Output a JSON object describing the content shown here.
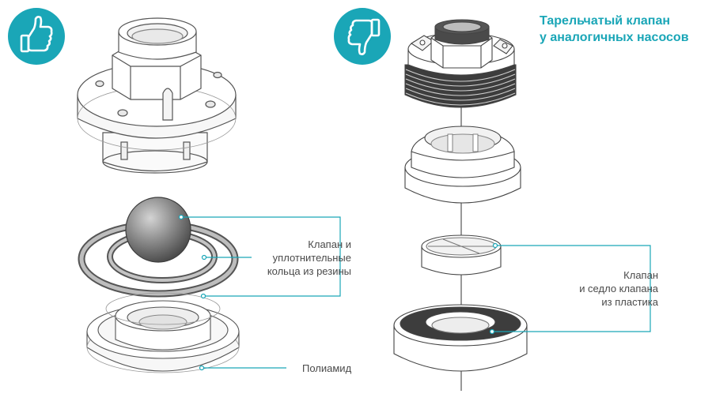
{
  "colors": {
    "accent": "#1aa6b7",
    "line": "#1aa6b7",
    "drawing_stroke": "#555555",
    "text": "#4a4a4a"
  },
  "icons": {
    "good": "thumbs-up-icon",
    "bad": "thumbs-down-icon"
  },
  "right_title": {
    "line1": "Тарельчатый клапан",
    "line2": "у аналогичных насосов"
  },
  "left_labels": {
    "valve": {
      "line1": "Клапан и",
      "line2": "уплотнительные",
      "line3": "кольца из резины"
    },
    "polyamide": "Полиамид"
  },
  "right_labels": {
    "valve": {
      "line1": "Клапан",
      "line2": "и седло клапана",
      "line3": "из пластика"
    }
  }
}
